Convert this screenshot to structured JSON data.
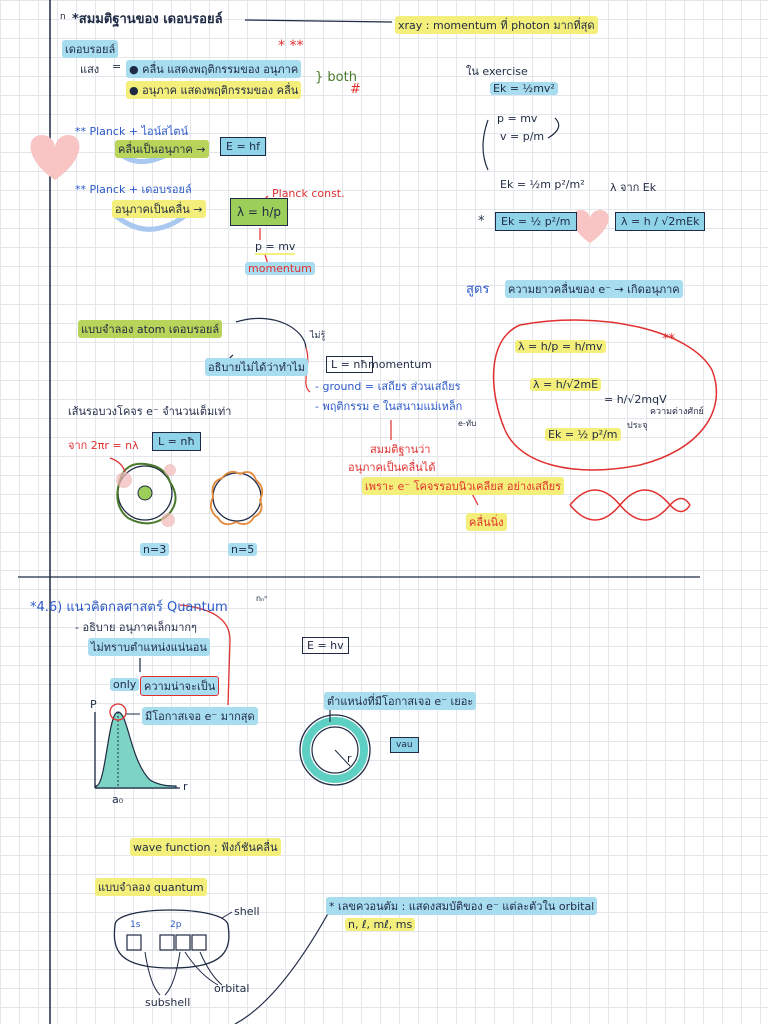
{
  "s1": {
    "title_prefix": "n",
    "title": "*สมมติฐานของ เดอบรอยล์",
    "xray_note": "xray : momentum ที่ photon มากที่สุด",
    "label_debroglie": "เดอบรอยล์",
    "stars": "* **",
    "light": "แสง",
    "eq": "=",
    "wave_line": "● คลื่น แสดงพฤติกรรมของ อนุภาค",
    "particle_line": "● อนุภาค แสดงพฤติกรรมของ คลื่น",
    "both": "} both",
    "hash": "#",
    "planck_einstein": "** Planck + ไอน์สไตน์",
    "wave_as_particle": "คลื่นเป็นอนุภาค →",
    "e_hf": "E = hf",
    "planck_debroglie": "** Planck + เดอบรอยล์",
    "particle_as_wave": "อนุภาคเป็นคลื่น →",
    "lambda_hp": "λ = h/p",
    "planck_const": "Planck const.",
    "p_mv": "p = mv",
    "momentum": "momentum"
  },
  "exercise": {
    "title": "ใน exercise",
    "ek": "Ek = ½mv²",
    "p": "p = mv",
    "v": "v = p/m",
    "ek2": "Ek = ½m p²/m²",
    "ek3": "Ek = ½ p²/m",
    "star": "*",
    "from_ek": "λ จาก Ek",
    "lambda_ek": "λ = h / √2mEk",
    "formula_label": "สูตร",
    "formula_text": "ความยาวคลื่นของ e⁻ → เกิดอนุภาค"
  },
  "atom": {
    "title": "แบบจำลอง atom เดอบรอยล์",
    "note_top": "ไม่รู้",
    "explain": "อธิบายไม่ได้ว่าทำไม",
    "l_nh": "L = nħ",
    "l_nh_note": "momentum",
    "ground": "- ground = เสถียร ส่วนเสถียร",
    "behave": "- พฤติกรรม e ในสนามแม่เหล็ก",
    "e_tub": "e-ทับ",
    "orbit_title": "เส้นรอบวงโคจร e⁻ จำนวนเต็มเท่า",
    "tar_n": "จาก 2πr = nλ",
    "l_box": "L = nħ",
    "n3": "n=3",
    "n5": "n=5",
    "conclusion1": "สมมติฐานว่า",
    "conclusion2": "อนุภาคเป็นคลื่นได้",
    "conclusion3": "เพราะ e⁻ โคจรรอบนิวเคลียส อย่างเสถียร",
    "standing": "คลื่นนิ่ง",
    "red_stars": "**",
    "rb1": "λ = h/p = h/mv",
    "rb2": "λ = h/√2mE",
    "rb2b": "= h/√2mqV",
    "rb2c": "ความต่างศักย์",
    "rb2d": "ประจุ",
    "rb3": "Ek = ½ p²/m"
  },
  "s2": {
    "title": "*4.6) แนวคิดกลศาสตร์ Quantum",
    "tiny": "nₙⁿ",
    "explain1": "- อธิบาย อนุภาคเล็กมากๆ",
    "explain2": "ไม่ทราบตำแหน่งแน่นอน",
    "only": "only",
    "prob": "ความน่าจะเป็น",
    "e_hv": "E = hv",
    "position": "ตำแหน่งที่มีโอกาสเจอ e⁻ เยอะ",
    "vau": "vau",
    "p_axis": "P",
    "r_axis": "r",
    "a0": "a₀",
    "peak_label": "มีโอกาสเจอ e⁻ มากสุด",
    "r_label": "r",
    "wave_function": "wave function ; ฟังก์ชันคลื่น",
    "quantum_model": "แบบจำลอง quantum",
    "shell": "shell",
    "s1": "1s",
    "s2": "2p",
    "orbital": "orbital",
    "subshell": "subshell",
    "qn_title": "* เลขควอนตัม : แสดงสมบัติของ e⁻ แต่ละตัวใน orbital",
    "qn_vars": "n, ℓ, mℓ, ms"
  }
}
